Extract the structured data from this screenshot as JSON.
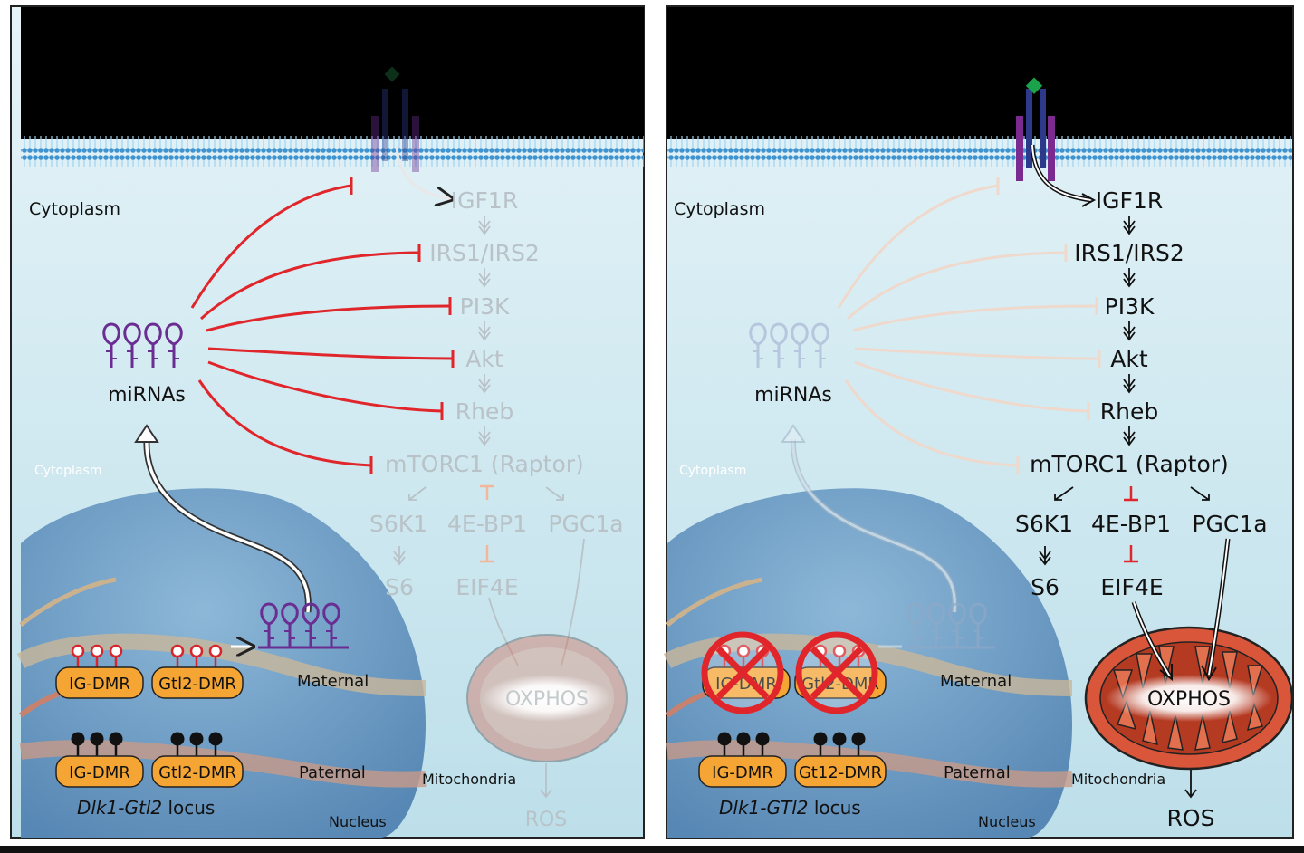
{
  "colors": {
    "membrane": "#4f9ed4",
    "cytoplasm": "#cfe8f1",
    "nucleus": "#6d9dc4",
    "inhibit": "#e0262a",
    "mirna": "#6a2d91",
    "dmr": "#f4a534",
    "mito": "#d9563a"
  },
  "left_panel": {
    "cytoplasm_label": "Cytoplasm",
    "cytoplasm_label_small": "Cytoplasm",
    "mirna_label": "miRNAs",
    "pathway": {
      "igf1r": "IGF1R",
      "irs": "IRS1/IRS2",
      "pi3k": "PI3K",
      "akt": "Akt",
      "rheb": "Rheb",
      "mtorc1": "mTORC1 (Raptor)",
      "s6k1": "S6K1",
      "ebp1": "4E-BP1",
      "pgc1a": "PGC1a",
      "s6": "S6",
      "eif4e": "EIF4E",
      "oxphos": "OXPHOS",
      "ros": "ROS",
      "mito_label": "Mitochondria"
    },
    "locus": {
      "ig_dmr": "IG-DMR",
      "gtl2_dmr": "Gtl2-DMR",
      "ig_dmr_pat": "IG-DMR",
      "gtl2_dmr_pat": "Gtl2-DMR",
      "maternal": "Maternal",
      "paternal": "Paternal",
      "locus_name": "Dlk1-Gtl2",
      "locus_word": " locus",
      "nucleus": "Nucleus"
    }
  },
  "right_panel": {
    "cytoplasm_label": "Cytoplasm",
    "cytoplasm_label_small": "Cytoplasm",
    "mirna_label": "miRNAs",
    "pathway": {
      "igf1r": "IGF1R",
      "irs": "IRS1/IRS2",
      "pi3k": "PI3K",
      "akt": "Akt",
      "rheb": "Rheb",
      "mtorc1": "mTORC1 (Raptor)",
      "s6k1": "S6K1",
      "ebp1": "4E-BP1",
      "pgc1a": "PGC1a",
      "s6": "S6",
      "eif4e": "EIF4E",
      "oxphos": "OXPHOS",
      "ros": "ROS",
      "mito_label": "Mitochondria"
    },
    "locus": {
      "ig_dmr": "IG-DMR",
      "gtl2_dmr": "Gtl2-DMR",
      "ig_dmr_pat": "IG-DMR",
      "gtl2_dmr_pat": "Gt12-DMR",
      "maternal": "Maternal",
      "paternal": "Paternal",
      "locus_name": "Dlk1-GTl2",
      "locus_word": " locus",
      "nucleus": "Nucleus"
    }
  }
}
